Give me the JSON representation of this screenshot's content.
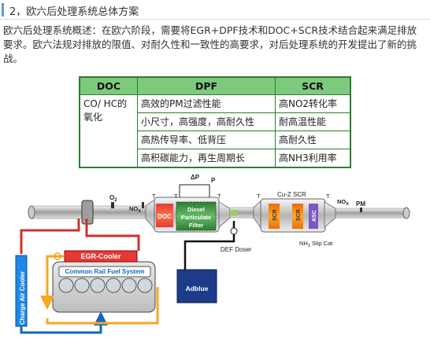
{
  "header": {
    "title": "2，欧六后处理系统总体方案"
  },
  "intro": {
    "text": "欧六后处理系统概述：在欧六阶段，需要将EGR+DPF技术和DOC+SCR技术结合起来满足排放要求。欧六法规对排放的限值、对耐久性和一致性的高要求，对后处理系统的开发提出了新的挑战。"
  },
  "table": {
    "headers": [
      "DOC",
      "DPF",
      "SCR"
    ],
    "doc_cell": "CO/ HC的氧化",
    "rows": [
      {
        "dpf": "高效的PM过滤性能",
        "scr": "高NO2转化率"
      },
      {
        "dpf": "小尺寸，高强度，高耐久性",
        "scr": "耐高温性能"
      },
      {
        "dpf": "高热传导率、低背压",
        "scr": "高耐久性"
      },
      {
        "dpf": "高积碳能力，再生周期长",
        "scr": "高NH3利用率"
      }
    ]
  },
  "diagram": {
    "o2": "O",
    "o2_sub": "2",
    "nox_left": "NO",
    "nox_left_sub": "X",
    "t1": "T",
    "t2": "T",
    "t3": "T",
    "t4": "T",
    "t5": "T",
    "delta_p": "ΔP",
    "p": "P",
    "doc": "DOC",
    "dpf": [
      "Diesel",
      "Particulate",
      "Filter"
    ],
    "cuz_scr": "Cu-Z  SCR",
    "scr1": "SCR",
    "scr2": "SCR",
    "asc": "ASC",
    "nox_right": "NO",
    "nox_right_sub": "X",
    "pm": "PM",
    "def_doser": "DEF Doser",
    "nh3_slip_cat": "NH",
    "nh3_sub": "3",
    "nh3_tail": " Slip Cat",
    "egr_cooler": "EGR-Cooler",
    "charge_air_cooler": "Charge Air Cooler",
    "common_rail": "Common Rail Fuel System",
    "adblue": "Adblue"
  },
  "colors": {
    "table_header": "#7dc97d",
    "table_border": "#2e7d32",
    "egr_red": "#d32f2f",
    "cooler_blue": "#1565c0",
    "arrow_orange": "#f5a623"
  }
}
